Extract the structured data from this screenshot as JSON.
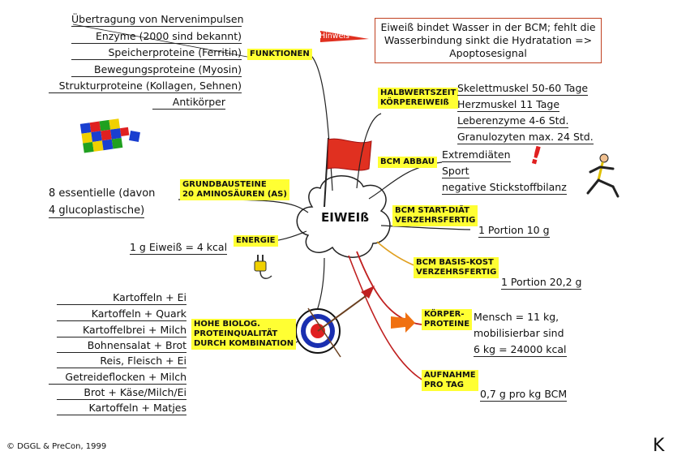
{
  "center": "EIWEIß",
  "hinweis": {
    "tag": "Hinweis",
    "text": "Eiweiß bindet Wasser in der BCM; fehlt die Wasserbindung sinkt die Hydratation => Apoptosesignal"
  },
  "funktionen": {
    "label": "FUNKTIONEN",
    "items": [
      "Übertragung von Nervenimpulsen",
      "Enzyme (2000 sind bekannt)",
      "Speicherproteine (Ferritin)",
      "Bewegungsproteine (Myosin)",
      "Strukturproteine (Kollagen, Sehnen)",
      "Antikörper"
    ]
  },
  "halbwertszeit": {
    "label1": "HALBWERTSZEIT",
    "label2": "KÖRPEREIWEIß",
    "items": [
      "Skelettmuskel 50-60 Tage",
      "Herzmuskel 11 Tage",
      "Leberenzyme 4-6 Std.",
      "Granulozyten max. 24 Std."
    ]
  },
  "bcm_abbau": {
    "label": "BCM ABBAU",
    "items": [
      "Extremdiäten",
      "Sport",
      "negative Stickstoffbilanz"
    ],
    "exclamation": "!"
  },
  "grundbausteine": {
    "label1": "GRUNDBAUSTEINE",
    "label2": "20 AMINOSÄUREN (AS)",
    "line1": "8 essentielle (davon",
    "line2": "4 glucoplastische)"
  },
  "energie": {
    "label": "ENERGIE",
    "text": "1 g  Eiweiß = 4 kcal"
  },
  "bcm_start": {
    "label1": "BCM START-DIÄT",
    "label2": "VERZEHRSFERTIG",
    "text": "1 Portion 10 g"
  },
  "bcm_basis": {
    "label1": "BCM BASIS-KOST",
    "label2": "VERZEHRSFERTIG",
    "text": "1 Portion 20,2 g"
  },
  "koerper": {
    "label1": "KÖRPER-",
    "label2": "PROTEINE",
    "lines": [
      "Mensch = 11 kg,",
      "mobilisierbar sind",
      "6 kg = 24000 kcal"
    ]
  },
  "aufnahme": {
    "label1": "AUFNAHME",
    "label2": "PRO TAG",
    "text": "0,7 g pro kg BCM"
  },
  "kombination": {
    "label1": "HOHE BIOLOG.",
    "label2": "PROTEINQUALITÄT",
    "label3": "DURCH KOMBINATION",
    "items": [
      "Kartoffeln + Ei",
      "Kartoffeln + Quark",
      "Kartoffelbrei + Milch",
      "Bohnensalat + Brot",
      "Reis, Fleisch + Ei",
      "Getreideflocken + Milch",
      "Brot + Käse/Milch/Ei",
      "Kartoffeln + Matjes"
    ]
  },
  "copyright": "© DGGL & PreCon, 1999",
  "corner": "K",
  "colors": {
    "highlight": "#ffff33",
    "flag": "#e03020",
    "arrow": "#f07010",
    "puzzle": [
      "#1a3fd0",
      "#e02020",
      "#20a020",
      "#f0d000"
    ]
  }
}
